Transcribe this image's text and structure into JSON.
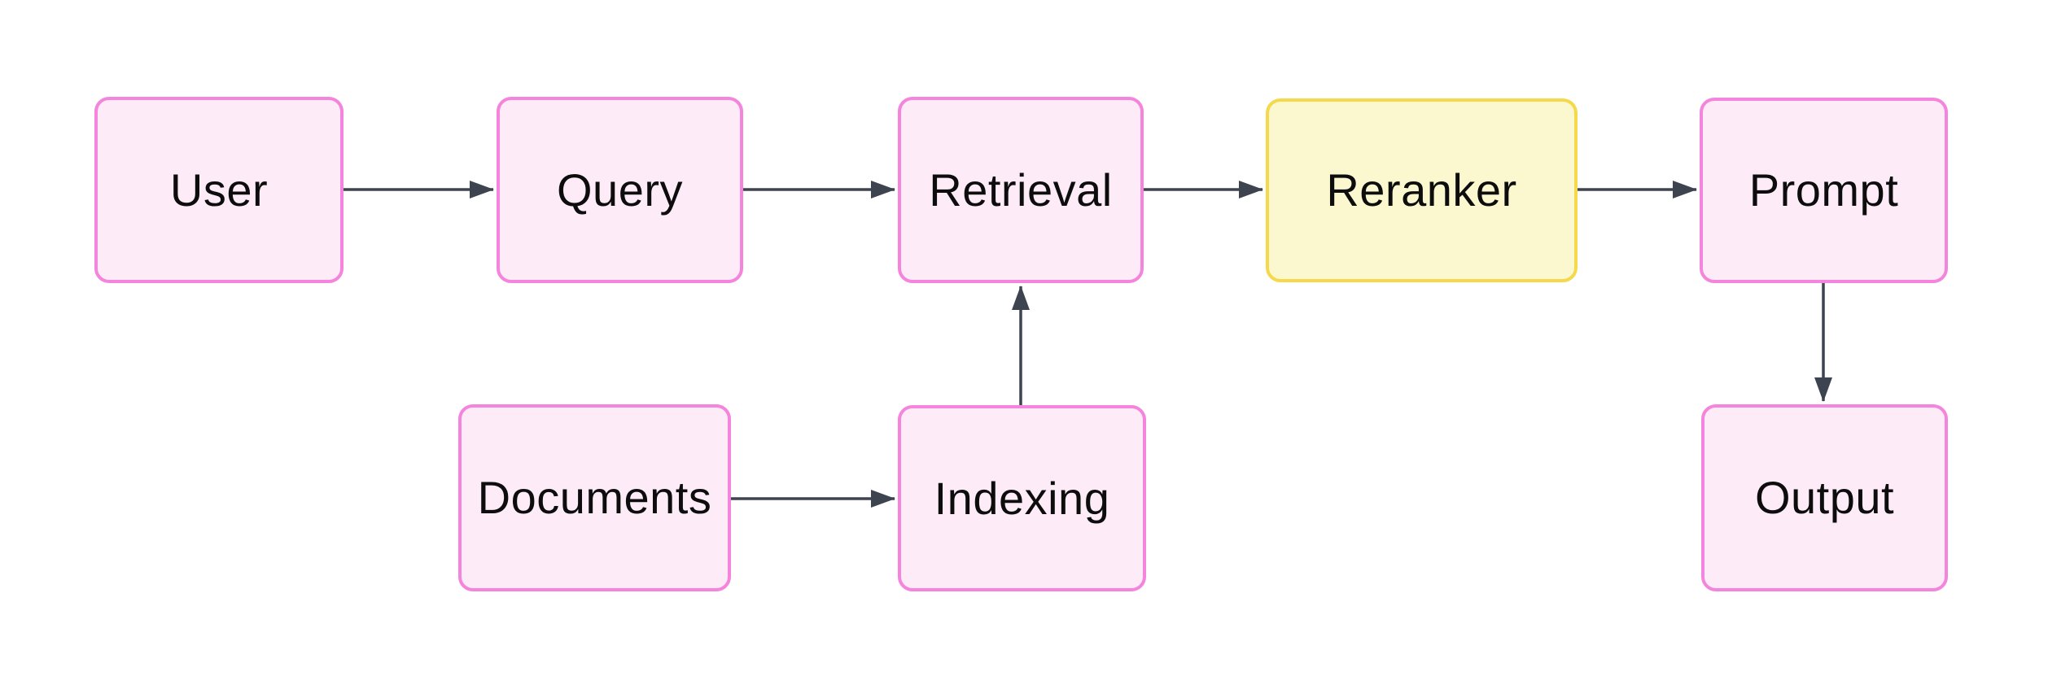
{
  "diagram": {
    "type": "flowchart",
    "background": "#ffffff",
    "colors": {
      "node_fill_pink": "#fdecf8",
      "node_border_pink": "#f584dc",
      "node_fill_yellow": "#fbf8cf",
      "node_border_yellow": "#f5d94a",
      "arrow": "#3d4450",
      "text": "#0d0d0d"
    },
    "nodes": {
      "user": {
        "label": "User",
        "style": "pink"
      },
      "query": {
        "label": "Query",
        "style": "pink"
      },
      "retrieval": {
        "label": "Retrieval",
        "style": "pink"
      },
      "reranker": {
        "label": "Reranker",
        "style": "yellow"
      },
      "prompt": {
        "label": "Prompt",
        "style": "pink"
      },
      "documents": {
        "label": "Documents",
        "style": "pink"
      },
      "indexing": {
        "label": "Indexing",
        "style": "pink"
      },
      "output": {
        "label": "Output",
        "style": "pink"
      }
    },
    "edges": [
      {
        "from": "User",
        "to": "Query",
        "direction": "right"
      },
      {
        "from": "Query",
        "to": "Retrieval",
        "direction": "right"
      },
      {
        "from": "Retrieval",
        "to": "Reranker",
        "direction": "right"
      },
      {
        "from": "Reranker",
        "to": "Prompt",
        "direction": "right"
      },
      {
        "from": "Prompt",
        "to": "Output",
        "direction": "down"
      },
      {
        "from": "Documents",
        "to": "Indexing",
        "direction": "right"
      },
      {
        "from": "Indexing",
        "to": "Retrieval",
        "direction": "up"
      }
    ]
  }
}
